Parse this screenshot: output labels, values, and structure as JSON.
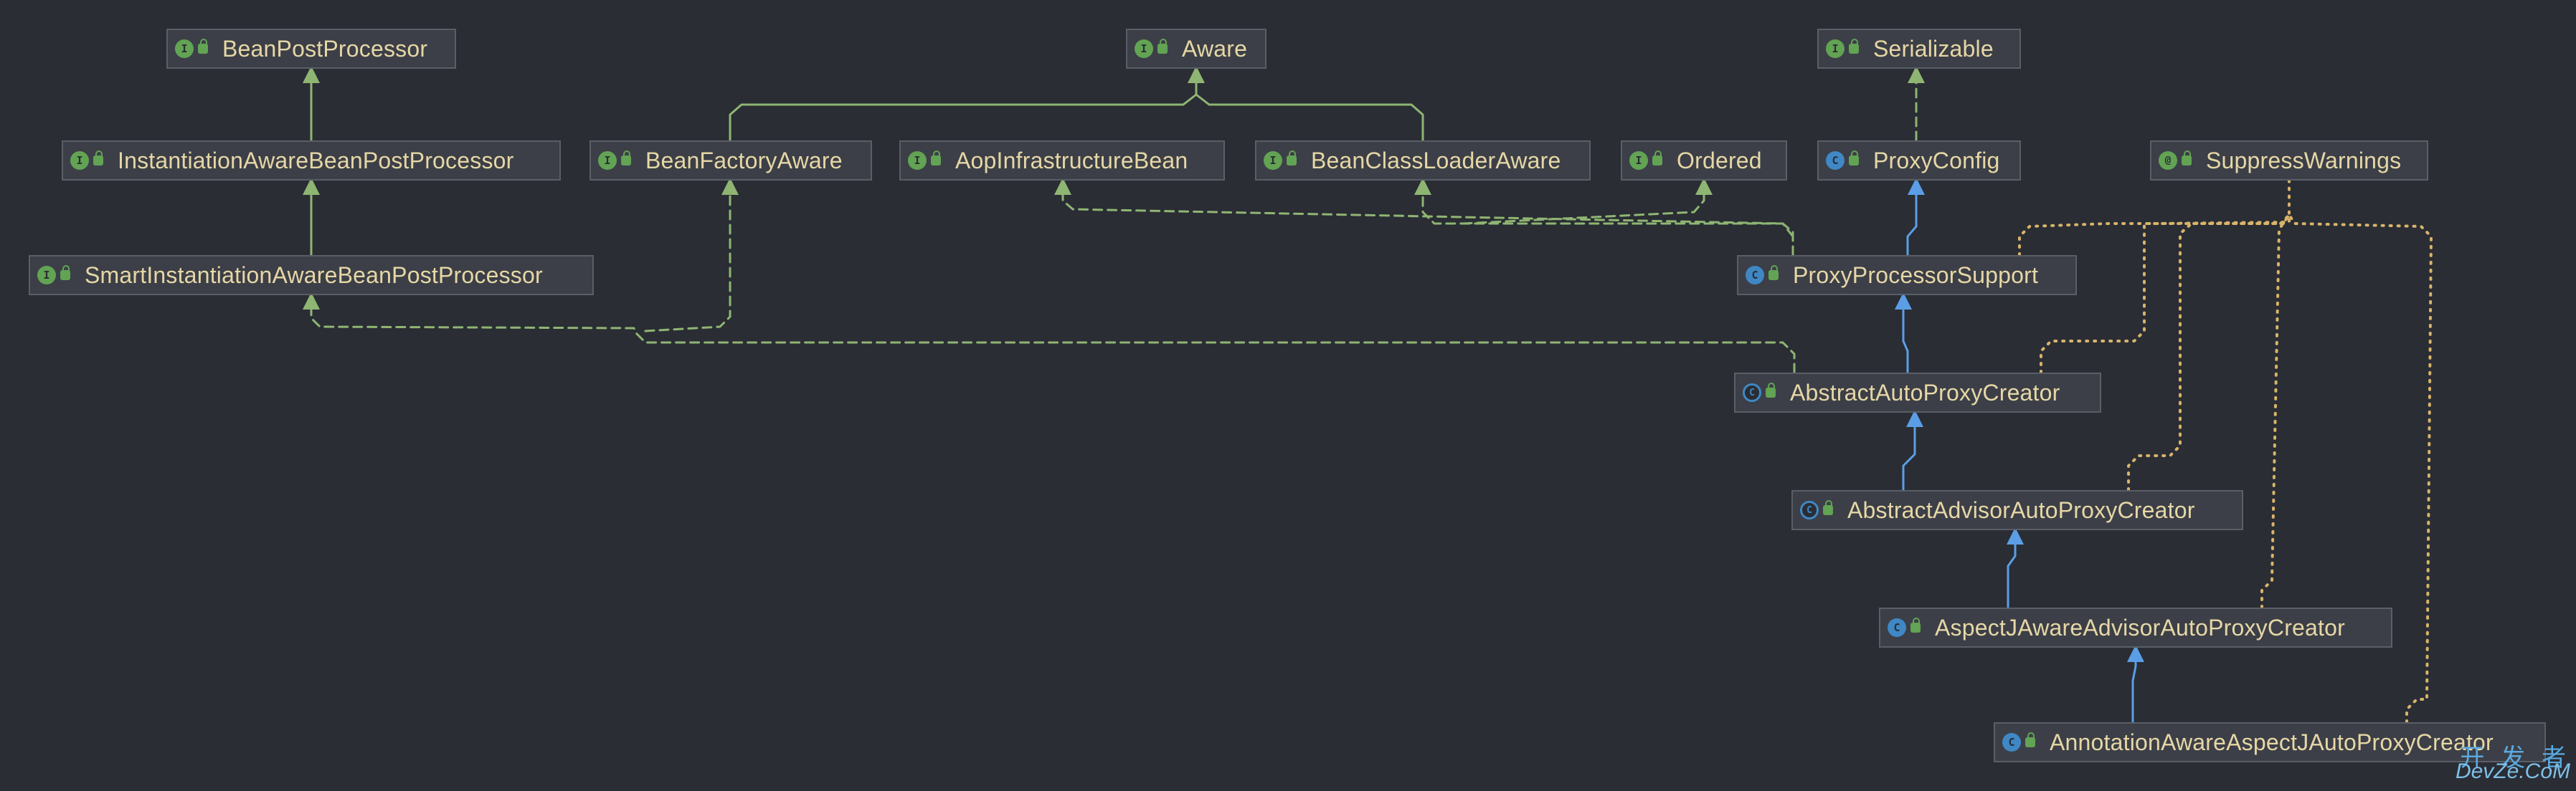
{
  "diagram": {
    "nodes": [
      {
        "id": "BeanPostProcessor",
        "label": "BeanPostProcessor",
        "kind": "interface",
        "kind_letter": "I"
      },
      {
        "id": "Aware",
        "label": "Aware",
        "kind": "interface",
        "kind_letter": "I"
      },
      {
        "id": "Serializable",
        "label": "Serializable",
        "kind": "interface",
        "kind_letter": "I"
      },
      {
        "id": "InstantiationAwareBeanPostProcessor",
        "label": "InstantiationAwareBeanPostProcessor",
        "kind": "interface",
        "kind_letter": "I"
      },
      {
        "id": "BeanFactoryAware",
        "label": "BeanFactoryAware",
        "kind": "interface",
        "kind_letter": "I"
      },
      {
        "id": "AopInfrastructureBean",
        "label": "AopInfrastructureBean",
        "kind": "interface",
        "kind_letter": "I"
      },
      {
        "id": "BeanClassLoaderAware",
        "label": "BeanClassLoaderAware",
        "kind": "interface",
        "kind_letter": "I"
      },
      {
        "id": "Ordered",
        "label": "Ordered",
        "kind": "interface",
        "kind_letter": "I"
      },
      {
        "id": "ProxyConfig",
        "label": "ProxyConfig",
        "kind": "class",
        "kind_letter": "C"
      },
      {
        "id": "SuppressWarnings",
        "label": "SuppressWarnings",
        "kind": "annotation",
        "kind_letter": "@"
      },
      {
        "id": "SmartInstantiationAwareBeanPostProcessor",
        "label": "SmartInstantiationAwareBeanPostProcessor",
        "kind": "interface",
        "kind_letter": "I"
      },
      {
        "id": "ProxyProcessorSupport",
        "label": "ProxyProcessorSupport",
        "kind": "class",
        "kind_letter": "C"
      },
      {
        "id": "AbstractAutoProxyCreator",
        "label": "AbstractAutoProxyCreator",
        "kind": "abstract",
        "kind_letter": "C"
      },
      {
        "id": "AbstractAdvisorAutoProxyCreator",
        "label": "AbstractAdvisorAutoProxyCreator",
        "kind": "abstract",
        "kind_letter": "C"
      },
      {
        "id": "AspectJAwareAdvisorAutoProxyCreator",
        "label": "AspectJAwareAdvisorAutoProxyCreator",
        "kind": "class",
        "kind_letter": "C"
      },
      {
        "id": "AnnotationAwareAspectJAutoProxyCreator",
        "label": "AnnotationAwareAspectJAutoProxyCreator",
        "kind": "class",
        "kind_letter": "C"
      }
    ],
    "edges": [
      {
        "from": "InstantiationAwareBeanPostProcessor",
        "to": "BeanPostProcessor",
        "type": "extends-interface"
      },
      {
        "from": "SmartInstantiationAwareBeanPostProcessor",
        "to": "InstantiationAwareBeanPostProcessor",
        "type": "extends-interface"
      },
      {
        "from": "BeanFactoryAware",
        "to": "Aware",
        "type": "extends-interface"
      },
      {
        "from": "BeanClassLoaderAware",
        "to": "Aware",
        "type": "extends-interface"
      },
      {
        "from": "ProxyConfig",
        "to": "Serializable",
        "type": "implements"
      },
      {
        "from": "ProxyProcessorSupport",
        "to": "ProxyConfig",
        "type": "extends-class"
      },
      {
        "from": "ProxyProcessorSupport",
        "to": "AopInfrastructureBean",
        "type": "implements"
      },
      {
        "from": "ProxyProcessorSupport",
        "to": "BeanClassLoaderAware",
        "type": "implements"
      },
      {
        "from": "ProxyProcessorSupport",
        "to": "Ordered",
        "type": "implements"
      },
      {
        "from": "AbstractAutoProxyCreator",
        "to": "ProxyProcessorSupport",
        "type": "extends-class"
      },
      {
        "from": "AbstractAutoProxyCreator",
        "to": "SmartInstantiationAwareBeanPostProcessor",
        "type": "implements"
      },
      {
        "from": "AbstractAutoProxyCreator",
        "to": "BeanFactoryAware",
        "type": "implements"
      },
      {
        "from": "AbstractAdvisorAutoProxyCreator",
        "to": "AbstractAutoProxyCreator",
        "type": "extends-class"
      },
      {
        "from": "AspectJAwareAdvisorAutoProxyCreator",
        "to": "AbstractAdvisorAutoProxyCreator",
        "type": "extends-class"
      },
      {
        "from": "AnnotationAwareAspectJAutoProxyCreator",
        "to": "AspectJAwareAdvisorAutoProxyCreator",
        "type": "extends-class"
      },
      {
        "from": "AbstractAutoProxyCreator",
        "to": "SuppressWarnings",
        "type": "annotated"
      },
      {
        "from": "AbstractAdvisorAutoProxyCreator",
        "to": "SuppressWarnings",
        "type": "annotated"
      },
      {
        "from": "AspectJAwareAdvisorAutoProxyCreator",
        "to": "SuppressWarnings",
        "type": "annotated"
      },
      {
        "from": "AnnotationAwareAspectJAutoProxyCreator",
        "to": "SuppressWarnings",
        "type": "annotated"
      },
      {
        "from": "ProxyProcessorSupport",
        "to": "SuppressWarnings",
        "type": "annotated"
      }
    ],
    "colors": {
      "background": "#2a2d34",
      "node_fill": "#3c3f47",
      "node_border": "#5a5e67",
      "label": "#e6d7a6",
      "interface_edge": "#8fb573",
      "class_edge": "#5b9ee6",
      "annotation_edge": "#d8b46a"
    }
  },
  "watermark": {
    "top": "开 发 者",
    "bottom": "DevZe.CoM"
  }
}
